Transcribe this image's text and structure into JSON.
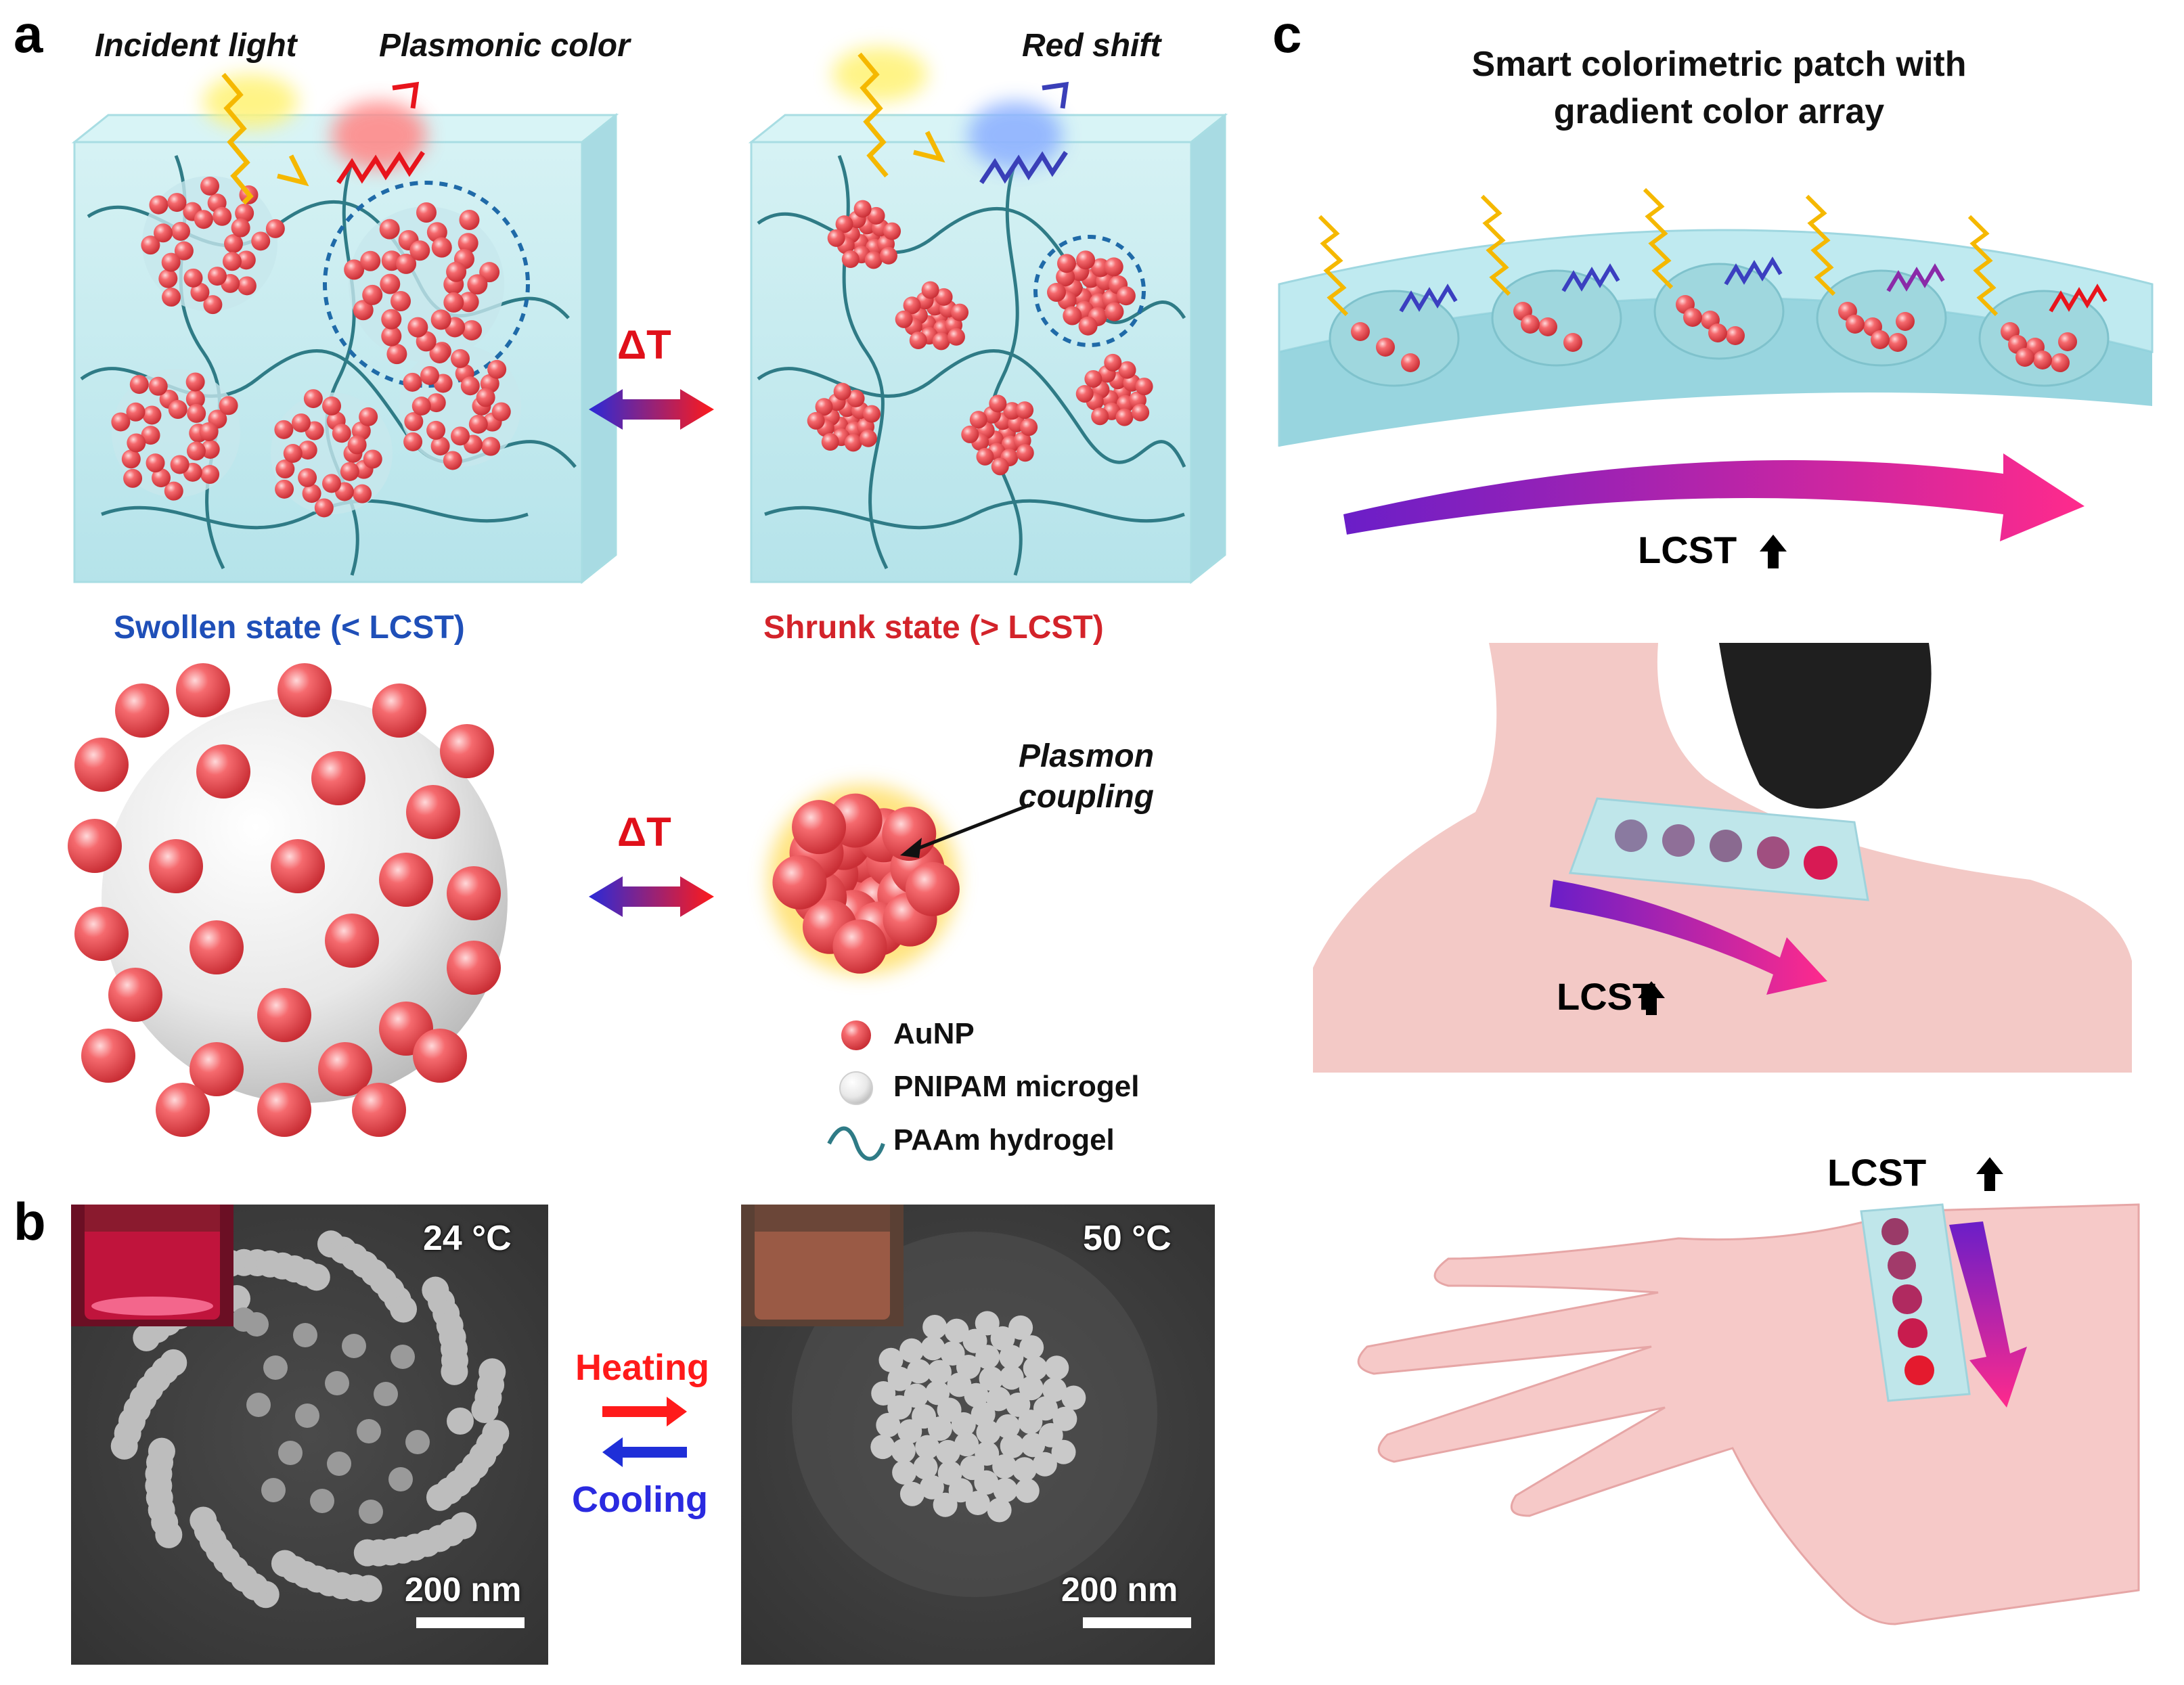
{
  "panel_labels": {
    "a": "a",
    "b": "b",
    "c": "c"
  },
  "panel_a": {
    "incident_light": "Incident light",
    "plasmonic_color": "Plasmonic color",
    "red_shift": "Red shift",
    "delta_t": "ΔT",
    "swollen_state": "Swollen state (< LCST)",
    "shrunk_state": "Shrunk state (> LCST)",
    "plasmon_coupling_line1": "Plasmon",
    "plasmon_coupling_line2": "coupling",
    "legend": {
      "aunp": "AuNP",
      "pnipam": "PNIPAM microgel",
      "paam": "PAAm hydrogel"
    }
  },
  "panel_b": {
    "temp_left": "24 °C",
    "temp_right": "50 °C",
    "scale_left": "200 nm",
    "scale_right": "200 nm",
    "heating": "Heating",
    "cooling": "Cooling"
  },
  "panel_c": {
    "title_line1": "Smart colorimetric patch with",
    "title_line2": "gradient color array",
    "lcst_label": "LCST"
  },
  "colors": {
    "aunp_red": "#f0585c",
    "hydrogel_cyan": "#bfe9ee",
    "polymer_teal": "#2f7b86",
    "swollen_blue": "#1f4fb8",
    "shrunk_red": "#d3232a",
    "gradient_start": "#7b1fd0",
    "gradient_end": "#ff2f8f",
    "skin": "#f3c9c6"
  },
  "icons": {
    "up_arrow": "up-arrow-icon",
    "double_arrow": "bidirectional-arrow-icon"
  }
}
